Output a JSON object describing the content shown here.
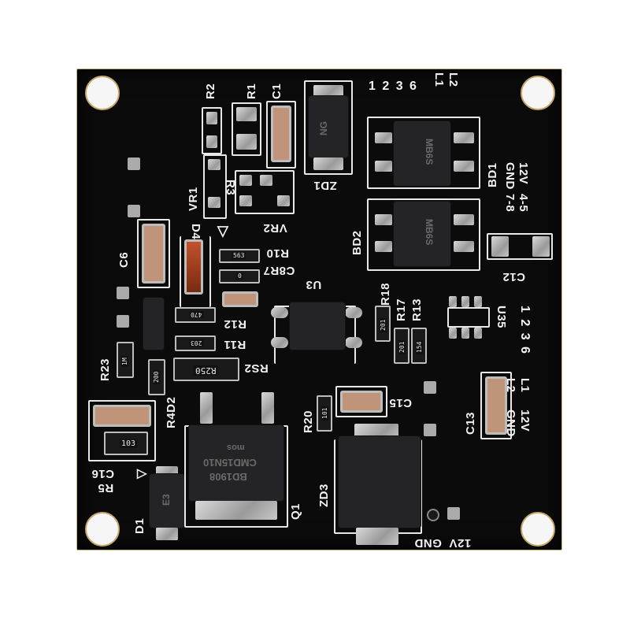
{
  "scene": {
    "subject": "Black PCB power module, top view",
    "board_color": "#0b0b0c",
    "silkscreen_color": "#f2f2f2",
    "background": "#ffffff"
  },
  "labels": {
    "R2": "R2",
    "R1": "R1",
    "C1": "C1",
    "ZD1": "ZD1",
    "pins_top": "1 2 3 6",
    "L1": "L1",
    "L2": "L2",
    "BD1": "BD1",
    "BD2": "BD2",
    "conn_right": [
      "12V",
      "GND",
      "4-5",
      "7-8"
    ],
    "C12": "C12",
    "R3": "R3",
    "VR1": "VR1",
    "VR2": "VR2",
    "D4": "D4",
    "C6": "C6",
    "R10": "R10",
    "R7": "R7",
    "C8": "C8",
    "U3": "U3",
    "R18": "R18",
    "R17": "R17",
    "R13": "R13",
    "U35": "U35",
    "pins_right": "1 2 3 6",
    "L1b": "L1",
    "L2b": "L2",
    "C13": "C13",
    "conn_right_bottom": [
      "12V",
      "GND"
    ],
    "R12": "R12",
    "R11": "R11",
    "RS2": "RS2",
    "R23": "R23",
    "R4": "R4",
    "D2": "D2",
    "C16": "C16",
    "R5": "R5",
    "D1": "D1",
    "R20": "R20",
    "C15": "C15",
    "ZD3": "ZD3",
    "Q1": "Q1",
    "pins_bottom": [
      "12V",
      "GND"
    ]
  },
  "components": {
    "bridge_rectifier_1": {
      "marking": "MB6S"
    },
    "bridge_rectifier_2": {
      "marking": "MB6S"
    },
    "zener_zd1": {
      "marking": "NG"
    },
    "mosfet_q1": {
      "marking_line1": "BD1908",
      "marking_line2": "CMD15N10",
      "marking_line3": "mos"
    },
    "resistor_rs2": {
      "marking": "R250"
    },
    "resistor_r11": {
      "marking": "203"
    },
    "resistor_r12": {
      "marking": "470"
    },
    "resistor_r10": {
      "marking": "563"
    },
    "resistor_r7": {
      "marking": "0"
    },
    "resistor_r18": {
      "marking": "201"
    },
    "resistor_r17": {
      "marking": "201"
    },
    "resistor_r13": {
      "marking": "154"
    },
    "resistor_r23": {
      "marking": "1M"
    },
    "resistor_r4": {
      "marking": "200"
    },
    "resistor_r5": {
      "marking": "103"
    },
    "resistor_r20": {
      "marking": "101"
    },
    "diode_d1": {
      "marking": "E3"
    }
  }
}
